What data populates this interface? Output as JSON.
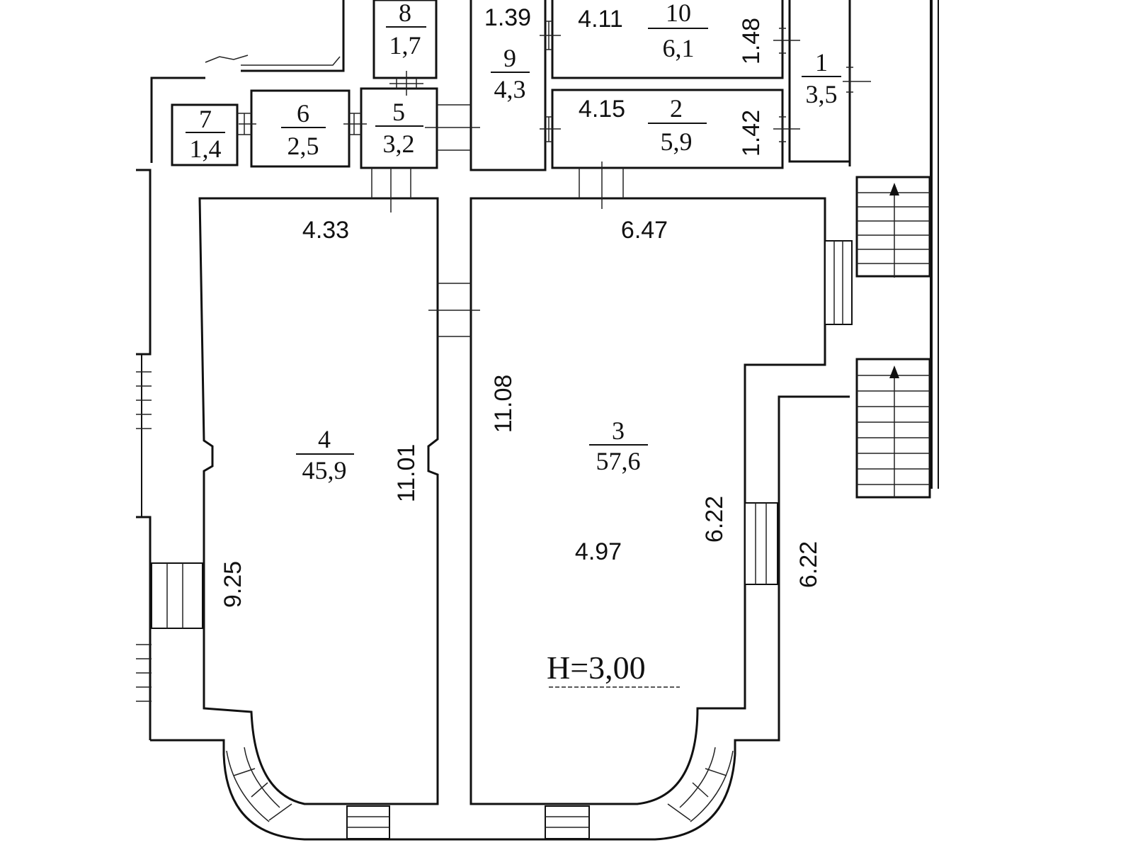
{
  "rooms": [
    {
      "id": "r1",
      "number": "1",
      "area": "3,5"
    },
    {
      "id": "r2",
      "number": "2",
      "area": "5,9"
    },
    {
      "id": "r3",
      "number": "3",
      "area": "57,6"
    },
    {
      "id": "r4",
      "number": "4",
      "area": "45,9"
    },
    {
      "id": "r5",
      "number": "5",
      "area": "3,2"
    },
    {
      "id": "r6",
      "number": "6",
      "area": "2,5"
    },
    {
      "id": "r7",
      "number": "7",
      "area": "1,4"
    },
    {
      "id": "r8",
      "number": "8",
      "area": "1,7"
    },
    {
      "id": "r9",
      "number": "9",
      "area": "4,3"
    },
    {
      "id": "r10",
      "number": "10",
      "area": "6,1"
    }
  ],
  "dimensions": {
    "d_139": "1.39",
    "d_411": "4.11",
    "d_148": "1.48",
    "d_415": "4.15",
    "d_142": "1.42",
    "d_433": "4.33",
    "d_647": "6.47",
    "d_1108": "11.08",
    "d_1101": "11.01",
    "d_925": "9.25",
    "d_497": "4.97",
    "d_622a": "6.22",
    "d_622b": "6.22"
  },
  "ceiling_height": "H=3,00"
}
